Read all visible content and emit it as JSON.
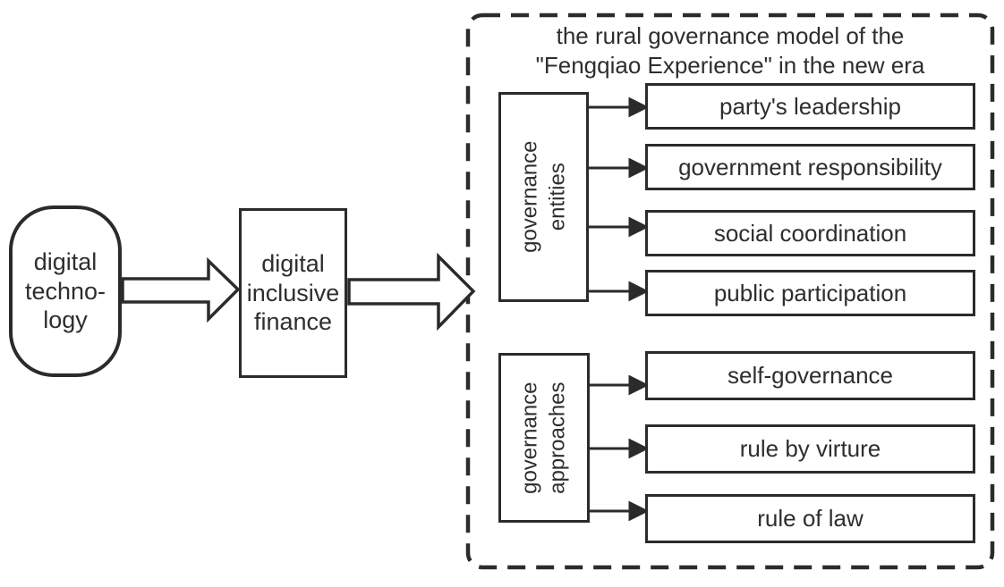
{
  "diagram": {
    "source": {
      "label": "digital\ntechno-\nlogy"
    },
    "mediator": {
      "label": "digital\ninclusive\nfinance"
    },
    "container": {
      "title": "the rural governance model of the\n\"Fengqiao Experience\" in the new era",
      "groups": [
        {
          "category": "governance\nentities",
          "items": [
            "party's leadership",
            "government responsibility",
            "social coordination",
            "public participation"
          ]
        },
        {
          "category": "governance\napproaches",
          "items": [
            "self-governance",
            "rule by virture",
            "rule of law"
          ]
        }
      ]
    },
    "colors": {
      "stroke": "#2b2b2b",
      "text": "#2e2e2e",
      "background": "#ffffff"
    }
  }
}
